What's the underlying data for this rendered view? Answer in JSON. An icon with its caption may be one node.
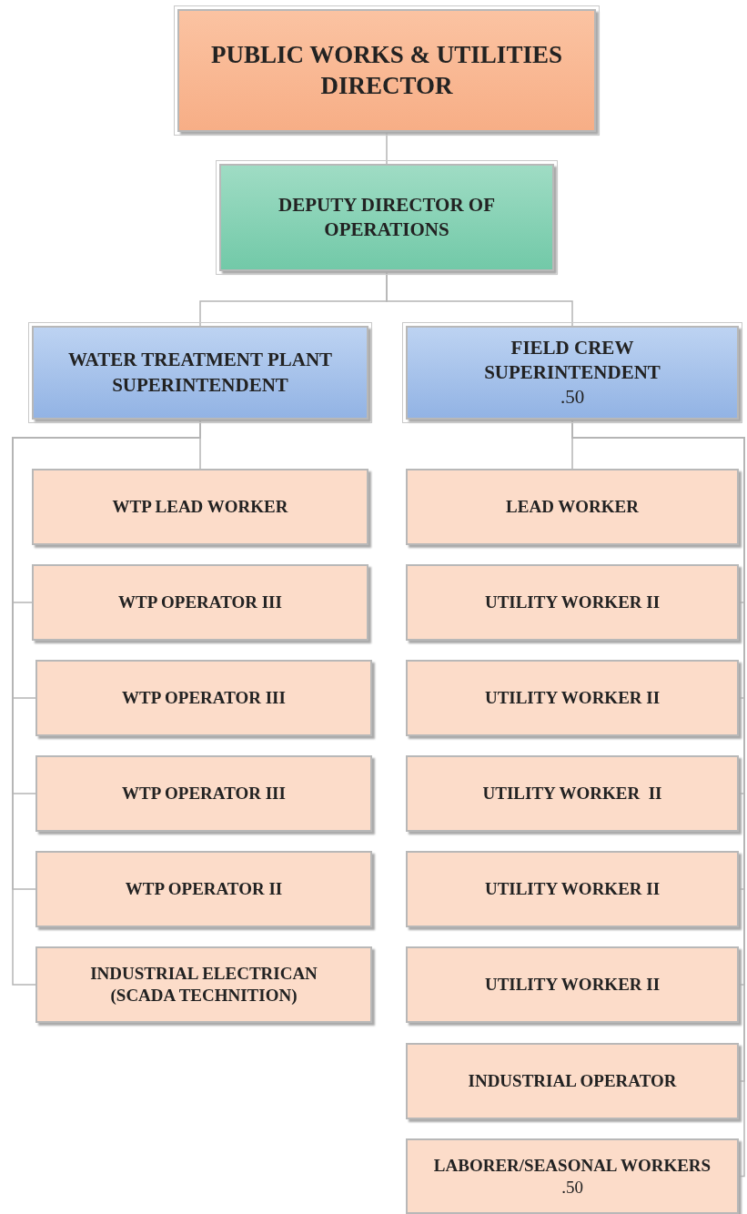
{
  "diagram": {
    "nodes": [
      {
        "text": [
          "PUBLIC WORKS & UTILITIES DIRECTOR"
        ]
      },
      {
        "text": [
          "DEPUTY DIRECTOR OF OPERATIONS"
        ]
      },
      {
        "text": [
          "WATER TREATMENT PLANT SUPERINTENDENT"
        ]
      },
      {
        "text": [
          "FIELD CREW SUPERINTENDENT",
          ".50"
        ]
      },
      {
        "text": [
          "WTP LEAD WORKER"
        ]
      },
      {
        "text": [
          "WTP OPERATOR III"
        ]
      },
      {
        "text": [
          "WTP OPERATOR III"
        ]
      },
      {
        "text": [
          "WTP OPERATOR III"
        ]
      },
      {
        "text": [
          "WTP OPERATOR II"
        ]
      },
      {
        "text": [
          "INDUSTRIAL ELECTRICAN (SCADA TECHNITION)"
        ]
      },
      {
        "text": [
          "LEAD WORKER"
        ]
      },
      {
        "text": [
          "UTILITY WORKER II"
        ]
      },
      {
        "text": [
          "UTILITY WORKER II"
        ]
      },
      {
        "text": [
          "UTILITY WORKER  II"
        ]
      },
      {
        "text": [
          "UTILITY WORKER II"
        ]
      },
      {
        "text": [
          "UTILITY WORKER II"
        ]
      },
      {
        "text": [
          "INDUSTRIAL OPERATOR"
        ]
      },
      {
        "text": [
          "LABORER/SEASONAL WORKERS",
          ".50"
        ]
      }
    ],
    "edges": [
      {
        "from": 0,
        "to": 1,
        "arrow": "none"
      },
      {
        "from": 1,
        "to": 2,
        "arrow": "none"
      },
      {
        "from": 1,
        "to": 3,
        "arrow": "none"
      },
      {
        "from": 2,
        "to": 4,
        "arrow": "none"
      },
      {
        "from": 2,
        "to": 5,
        "arrow": "none"
      },
      {
        "from": 2,
        "to": 6,
        "arrow": "none"
      },
      {
        "from": 2,
        "to": 7,
        "arrow": "none"
      },
      {
        "from": 2,
        "to": 8,
        "arrow": "none"
      },
      {
        "from": 2,
        "to": 9,
        "arrow": "none"
      },
      {
        "from": 3,
        "to": 10,
        "arrow": "none"
      },
      {
        "from": 3,
        "to": 11,
        "arrow": "none"
      },
      {
        "from": 3,
        "to": 12,
        "arrow": "none"
      },
      {
        "from": 3,
        "to": 13,
        "arrow": "none"
      },
      {
        "from": 3,
        "to": 14,
        "arrow": "none"
      },
      {
        "from": 3,
        "to": 15,
        "arrow": "none"
      },
      {
        "from": 3,
        "to": 16,
        "arrow": "none"
      },
      {
        "from": 3,
        "to": 17,
        "arrow": "none"
      }
    ]
  }
}
